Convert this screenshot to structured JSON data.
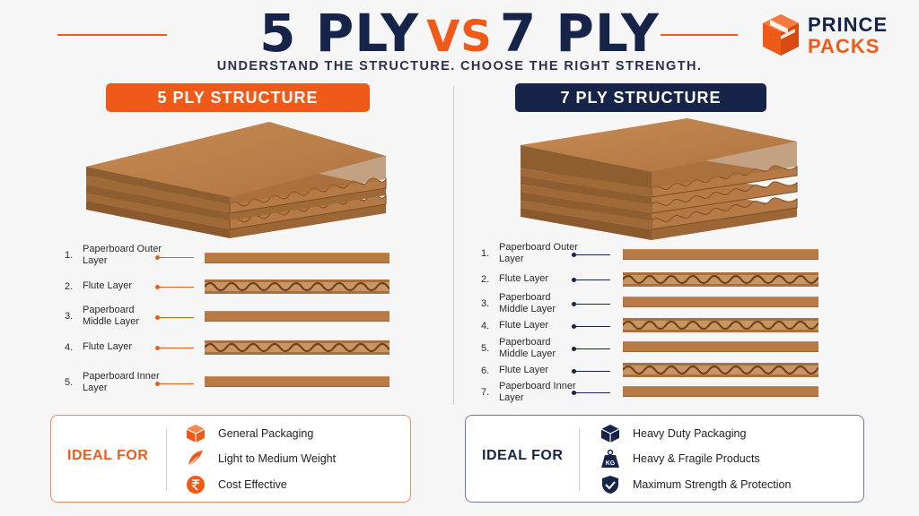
{
  "header": {
    "title_left": "5 PLY",
    "title_vs": "VS",
    "title_right": "7 PLY",
    "subtitle": "UNDERSTAND THE STRUCTURE. CHOOSE THE RIGHT STRENGTH."
  },
  "logo": {
    "line1": "PRINCE",
    "line2": "PACKS",
    "icon": "box-logo-icon"
  },
  "left": {
    "heading": "5 PLY STRUCTURE",
    "layers": [
      {
        "num": "1.",
        "label": "Paperboard Outer Layer",
        "type": "flat"
      },
      {
        "num": "2.",
        "label": "Flute Layer",
        "type": "flute"
      },
      {
        "num": "3.",
        "label": "Paperboard Middle Layer",
        "type": "flat"
      },
      {
        "num": "4.",
        "label": "Flute Layer",
        "type": "flute"
      },
      {
        "num": "5.",
        "label": "Paperboard Inner Layer",
        "type": "flat"
      }
    ],
    "ideal_title": "IDEAL FOR",
    "ideal_items": [
      {
        "icon": "box-icon",
        "text": "General Packaging"
      },
      {
        "icon": "feather-icon",
        "text": "Light to Medium Weight"
      },
      {
        "icon": "rupee-icon",
        "text": "Cost Effective"
      }
    ]
  },
  "right": {
    "heading": "7 PLY STRUCTURE",
    "layers": [
      {
        "num": "1.",
        "label": "Paperboard Outer Layer",
        "type": "flat"
      },
      {
        "num": "2.",
        "label": "Flute Layer",
        "type": "flute"
      },
      {
        "num": "3.",
        "label": "Paperboard Middle Layer",
        "type": "flat"
      },
      {
        "num": "4.",
        "label": "Flute Layer",
        "type": "flute"
      },
      {
        "num": "5.",
        "label": "Paperboard Middle Layer",
        "type": "flat"
      },
      {
        "num": "6.",
        "label": "Flute Layer",
        "type": "flute"
      },
      {
        "num": "7.",
        "label": "Paperboard Inner Layer",
        "type": "flat"
      }
    ],
    "ideal_title": "IDEAL FOR",
    "ideal_items": [
      {
        "icon": "cube-icon",
        "text": "Heavy Duty Packaging"
      },
      {
        "icon": "kg-weight-icon",
        "text": "Heavy & Fragile Products"
      },
      {
        "icon": "shield-check-icon",
        "text": "Maximum Strength & Protection"
      }
    ],
    "kg_text": "KG"
  },
  "colors": {
    "orange": "#ef5a19",
    "navy": "#16244a",
    "kraft": "#b77a45",
    "kraft_dark": "#8a5a2e"
  }
}
